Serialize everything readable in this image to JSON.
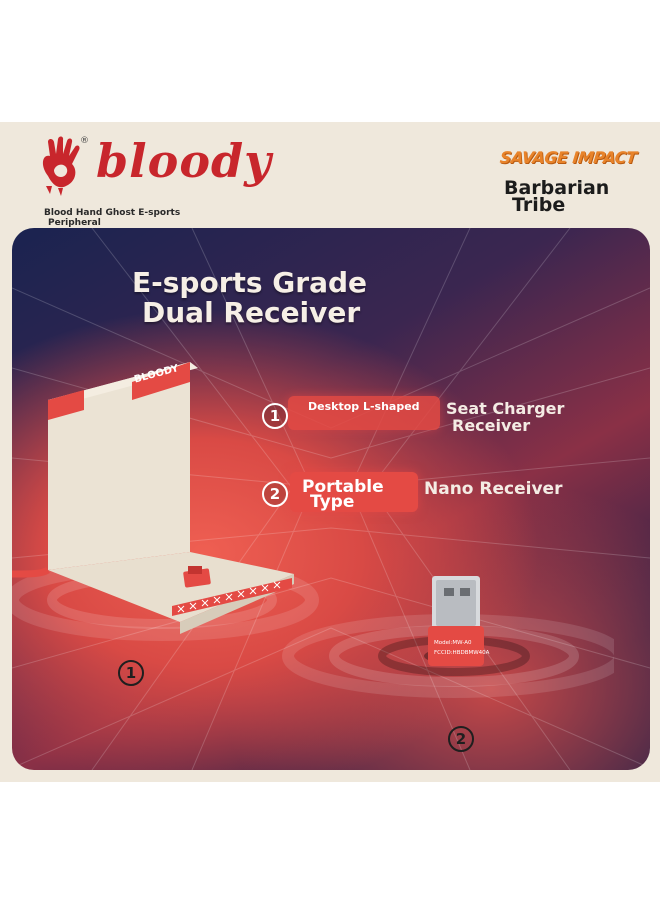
{
  "brand": {
    "name": "bloody",
    "registered_mark": "®",
    "tagline_line1": "Blood Hand Ghost E-sports",
    "tagline_line2": "Peripheral",
    "series": "SAVAGE IMPACT",
    "tribe_line1": "Barbarian",
    "tribe_line2": "Tribe",
    "brand_color": "#c8262c",
    "series_color": "#e8832a"
  },
  "headline": {
    "line1": "E-sports Grade",
    "line2": "Dual Receiver"
  },
  "features": [
    {
      "number": "1",
      "title": "Desktop L-shaped",
      "desc_line1": "Seat Charger",
      "desc_line2": "Receiver"
    },
    {
      "number": "2",
      "title_line1": "Portable",
      "title_line2": "Type",
      "desc": "Nano Receiver"
    }
  ],
  "products": {
    "dock_label": "1",
    "dock_print": "BLOODY",
    "nano_label": "2",
    "nano_print_line1": "Model:MW-A0",
    "nano_print_line2": "FCCID:HBDBMW40A"
  },
  "colors": {
    "panel_red": "#e05a50",
    "panel_navy": "#1a2350",
    "accent": "#e44a44"
  },
  "icons": [
    "hand-logo-icon",
    "circled-number-icon",
    "usb-connector-icon"
  ]
}
